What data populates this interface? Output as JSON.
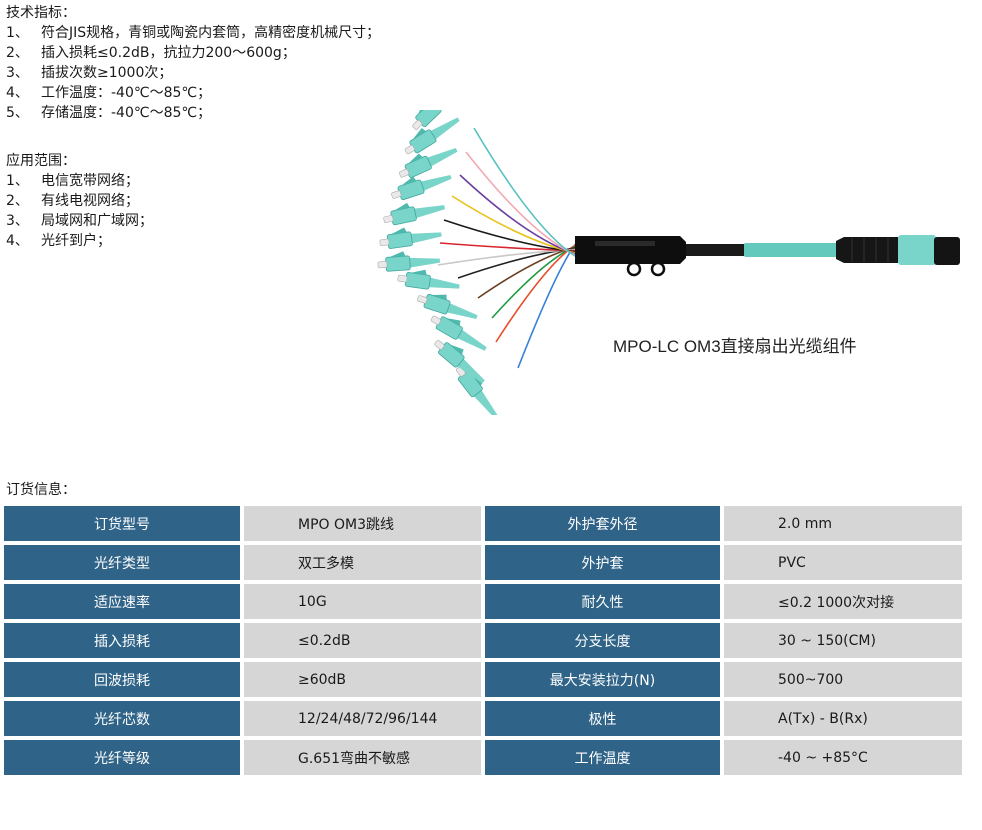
{
  "specs": {
    "title": "技术指标：",
    "items": [
      {
        "num": "1、",
        "text": "符合JIS规格，青铜或陶瓷内套筒，高精密度机械尺寸；"
      },
      {
        "num": "2、",
        "text": "插入损耗≤0.2dB，抗拉力200～600g；"
      },
      {
        "num": "3、",
        "text": "插拔次数≥1000次；"
      },
      {
        "num": "4、",
        "text": "工作温度：-40℃～85℃；"
      },
      {
        "num": "5、",
        "text": "存储温度：-40℃～85℃；"
      }
    ]
  },
  "applications": {
    "title": "应用范围：",
    "items": [
      {
        "num": "1、",
        "text": "电信宽带网络；"
      },
      {
        "num": "2、",
        "text": "有线电视网络；"
      },
      {
        "num": "3、",
        "text": "局域网和广域网；"
      },
      {
        "num": "4、",
        "text": "光纤到户；"
      }
    ]
  },
  "product": {
    "caption": "MPO-LC OM3直接扇出光缆组件",
    "fiber_colors": [
      "#3a7fd8",
      "#e84c2a",
      "#1f9a43",
      "#6b3e1f",
      "#222222",
      "#c9c9c9",
      "#d8262e",
      "#1a1a1a",
      "#e9c21c",
      "#6a3fa0",
      "#f2a9b4",
      "#58c1c0"
    ],
    "jacket_color": "#64c9bd",
    "connector_color": "#79d4c9"
  },
  "order": {
    "title": "订货信息：",
    "rows": [
      {
        "l1": "订货型号",
        "v1": "MPO OM3跳线",
        "l2": "外护套外径",
        "v2": "2.0 mm"
      },
      {
        "l1": "光纤类型",
        "v1": "双工多模",
        "l2": "外护套",
        "v2": "PVC"
      },
      {
        "l1": "适应速率",
        "v1": "10G",
        "l2": "耐久性",
        "v2": "≤0.2 1000次对接"
      },
      {
        "l1": "插入损耗",
        "v1": "≤0.2dB",
        "l2": "分支长度",
        "v2": "30 ~ 150(CM)"
      },
      {
        "l1": "回波损耗",
        "v1": "≥60dB",
        "l2": "最大安装拉力(N)",
        "v2": "500~700"
      },
      {
        "l1": "光纤芯数",
        "v1": "12/24/48/72/96/144",
        "l2": "极性",
        "v2": "A(Tx) - B(Rx)"
      },
      {
        "l1": "光纤等级",
        "v1": "G.651弯曲不敏感",
        "l2": "工作温度",
        "v2": "-40 ~ +85°C"
      }
    ]
  }
}
